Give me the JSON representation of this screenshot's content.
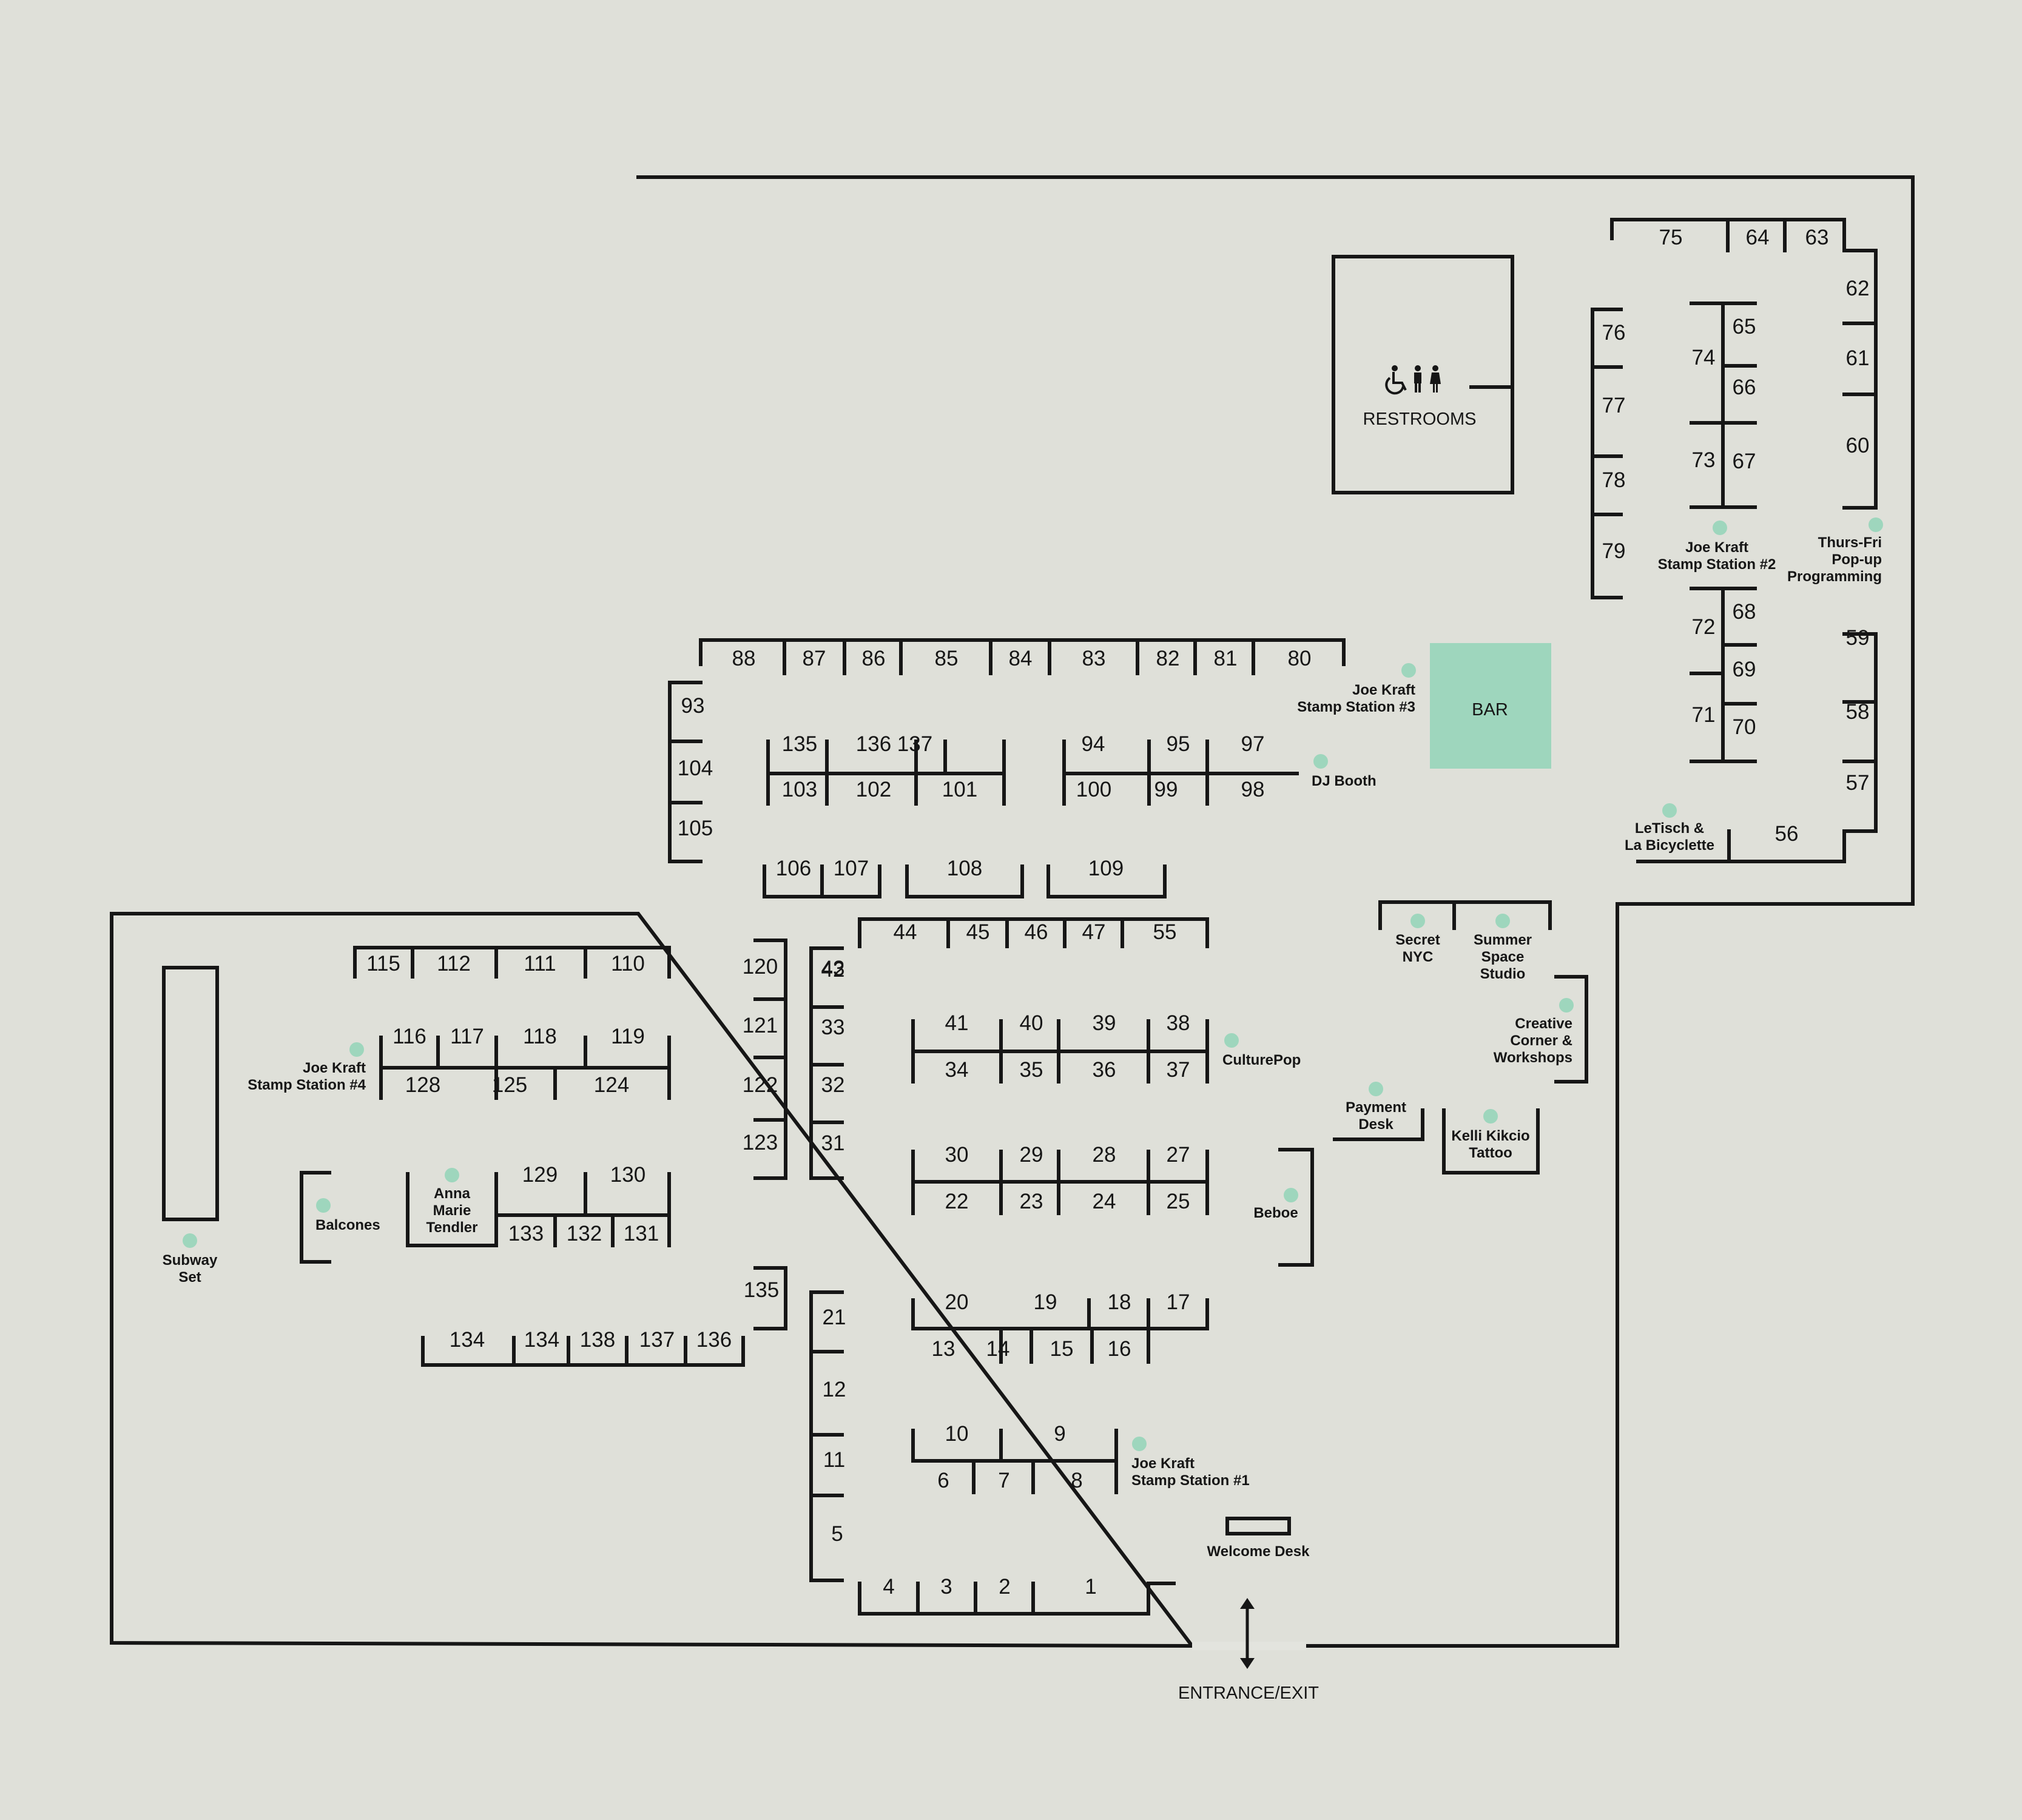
{
  "colors": {
    "background": "#dfe0d9",
    "floor": "#f4f5f1",
    "wall": "#161616",
    "accent": "#9ed6bd",
    "restroom_fill": "#e3e4de"
  },
  "areas": {
    "restrooms": {
      "label": "RESTROOMS",
      "icons": [
        "wheelchair-icon",
        "man-icon",
        "woman-icon"
      ]
    },
    "bar": {
      "label": "BAR"
    },
    "welcome_desk": {
      "label": "Welcome Desk"
    },
    "entrance": {
      "label": "ENTRANCE/EXIT",
      "icon": "double-arrow-icon"
    }
  },
  "booths": [
    "1",
    "2",
    "3",
    "4",
    "5",
    "6",
    "7",
    "8",
    "9",
    "10",
    "11",
    "12",
    "13",
    "14",
    "15",
    "16",
    "17",
    "18",
    "19",
    "20",
    "21",
    "22",
    "23",
    "24",
    "25",
    "27",
    "28",
    "29",
    "30",
    "31",
    "32",
    "33",
    "34",
    "35",
    "36",
    "37",
    "38",
    "39",
    "40",
    "41",
    "42",
    "43",
    "44",
    "45",
    "46",
    "47",
    "55",
    "56",
    "57",
    "58",
    "59",
    "60",
    "61",
    "62",
    "63",
    "64",
    "65",
    "66",
    "67",
    "68",
    "69",
    "70",
    "71",
    "72",
    "73",
    "74",
    "75",
    "76",
    "77",
    "78",
    "79",
    "80",
    "81",
    "82",
    "83",
    "84",
    "85",
    "86",
    "87",
    "88",
    "93",
    "94",
    "95",
    "97",
    "98",
    "99",
    "100",
    "101",
    "102",
    "103",
    "104",
    "105",
    "106",
    "107",
    "108",
    "109",
    "110",
    "111",
    "112",
    "115",
    "116",
    "117",
    "118",
    "119",
    "120",
    "121",
    "122",
    "123",
    "124",
    "125",
    "128",
    "129",
    "130",
    "131",
    "132",
    "133",
    "134",
    "135",
    "136",
    "137",
    "138",
    "134",
    "135",
    "136",
    "137"
  ],
  "points_of_interest": [
    "Joe Kraft\nStamp Station #2",
    "Thurs-Fri\nPop-up\nProgramming",
    "Joe Kraft\nStamp Station #3",
    "DJ Booth",
    "LeTisch &\nLa Bicyclette",
    "Secret\nNYC",
    "Summer\nSpace\nStudio",
    "Creative\nCorner &\nWorkshops",
    "CulturePop",
    "Payment\nDesk",
    "Kelli Kikcio\nTattoo",
    "Beboe",
    "Joe Kraft\nStamp Station #1",
    "Joe Kraft\nStamp Station #4",
    "Anna\nMarie\nTendler",
    "Balcones",
    "Subway\nSet"
  ]
}
